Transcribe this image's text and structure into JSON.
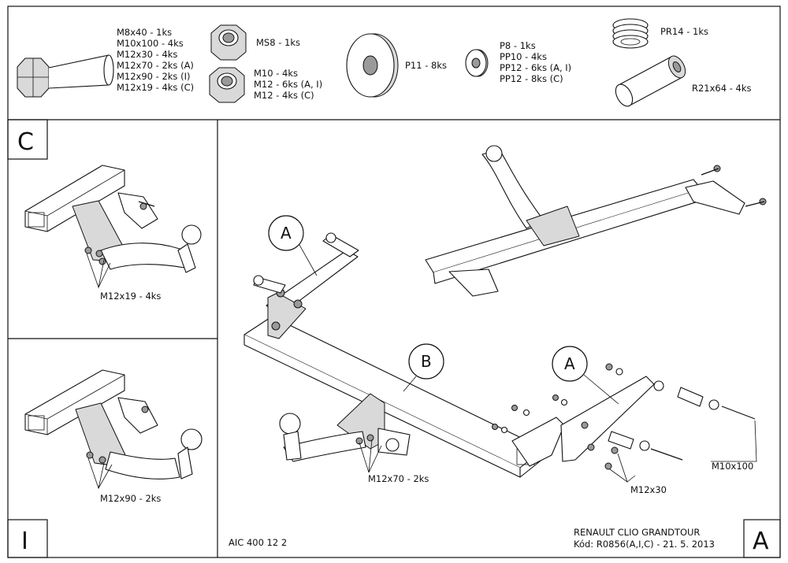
{
  "parts": {
    "bolts": [
      "M8x40 - 1ks",
      "M10x100 - 4ks",
      "M12x30 - 4ks",
      "M12x70 - 2ks (A)",
      "M12x90 - 2ks (I)",
      "M12x19 - 4ks (C)"
    ],
    "self_lock_nut": "MS8 - 1ks",
    "nuts": [
      "M10 - 4ks",
      "M12 - 6ks (A, I)",
      "M12 - 4ks (C)"
    ],
    "large_washer": "P11 - 8ks",
    "washers": [
      "P8 - 1ks",
      "PP10 - 4ks",
      "PP12 - 6ks (A, I)",
      "PP12 - 8ks (C)"
    ],
    "spring": "PR14 - 1ks",
    "tube": "R21x64 - 4ks"
  },
  "panels": {
    "c": {
      "letter": "C",
      "bolt_label": "M12x19 - 4ks"
    },
    "i": {
      "letter": "I",
      "bolt_label": "M12x90 - 2ks"
    },
    "a": {
      "letter": "A"
    }
  },
  "callouts": {
    "a_left": "A",
    "b": "B",
    "a_right": "A"
  },
  "labels": {
    "m12x70": "M12x70 - 2ks",
    "m10x100": "M10x100",
    "m12x30": "M12x30"
  },
  "footer": {
    "code": "AIC 400 12 2",
    "model": "RENAULT CLIO GRANDTOUR",
    "kod": "Kód: R0856(A,I,C) - 21. 5. 2013"
  }
}
